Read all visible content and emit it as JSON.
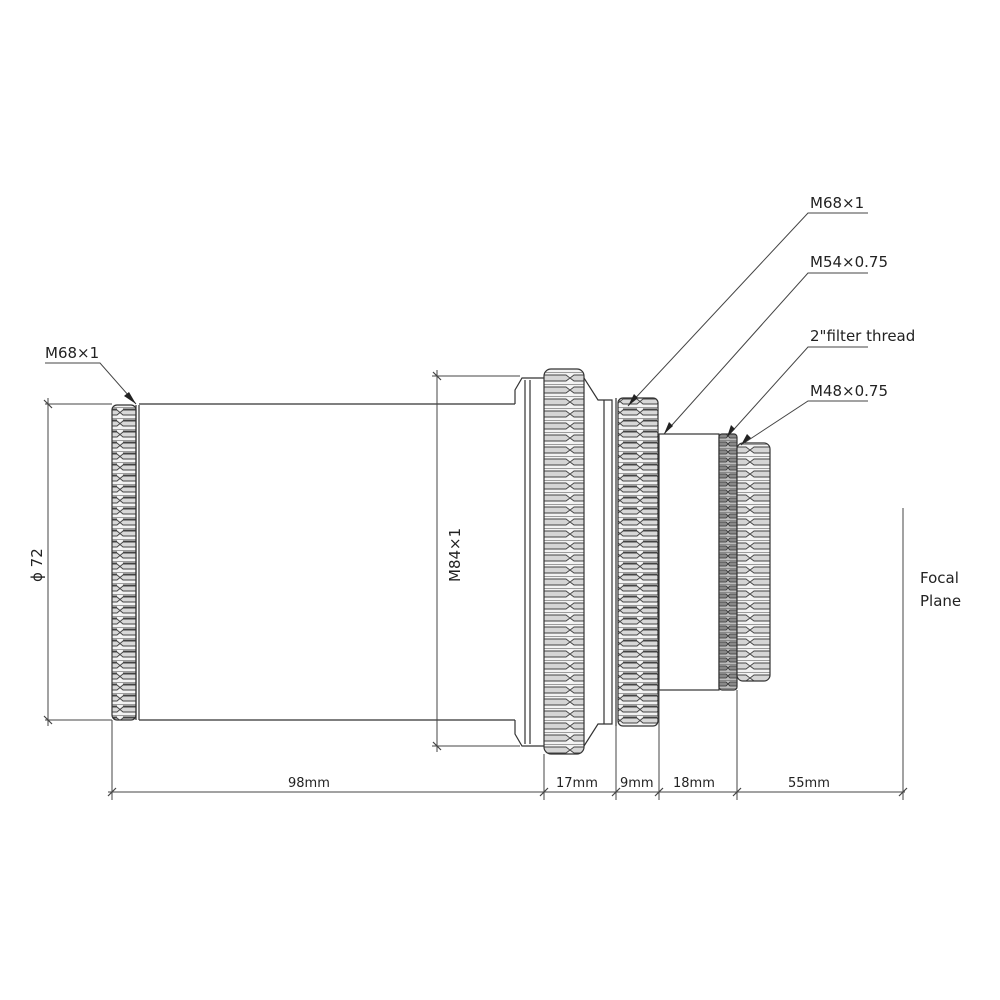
{
  "callouts": {
    "left_thread": "M68×1",
    "top_thread_1": "M68×1",
    "top_thread_2": "M54×0.75",
    "top_thread_3": "2\"filter thread",
    "top_thread_4": "M48×0.75"
  },
  "vertical_dims": {
    "diameter": "ϕ 72",
    "m84": "M84×1"
  },
  "horizontal_dims": [
    {
      "label": "98mm"
    },
    {
      "label": "17mm"
    },
    {
      "label": "9mm"
    },
    {
      "label": "18mm"
    },
    {
      "label": "55mm"
    }
  ],
  "focal_plane": {
    "line1": "Focal",
    "line2": "Plane"
  },
  "colors": {
    "line": "#333333",
    "knurl_fill": "#e8e8e8",
    "knurl_dark": "#555555"
  }
}
